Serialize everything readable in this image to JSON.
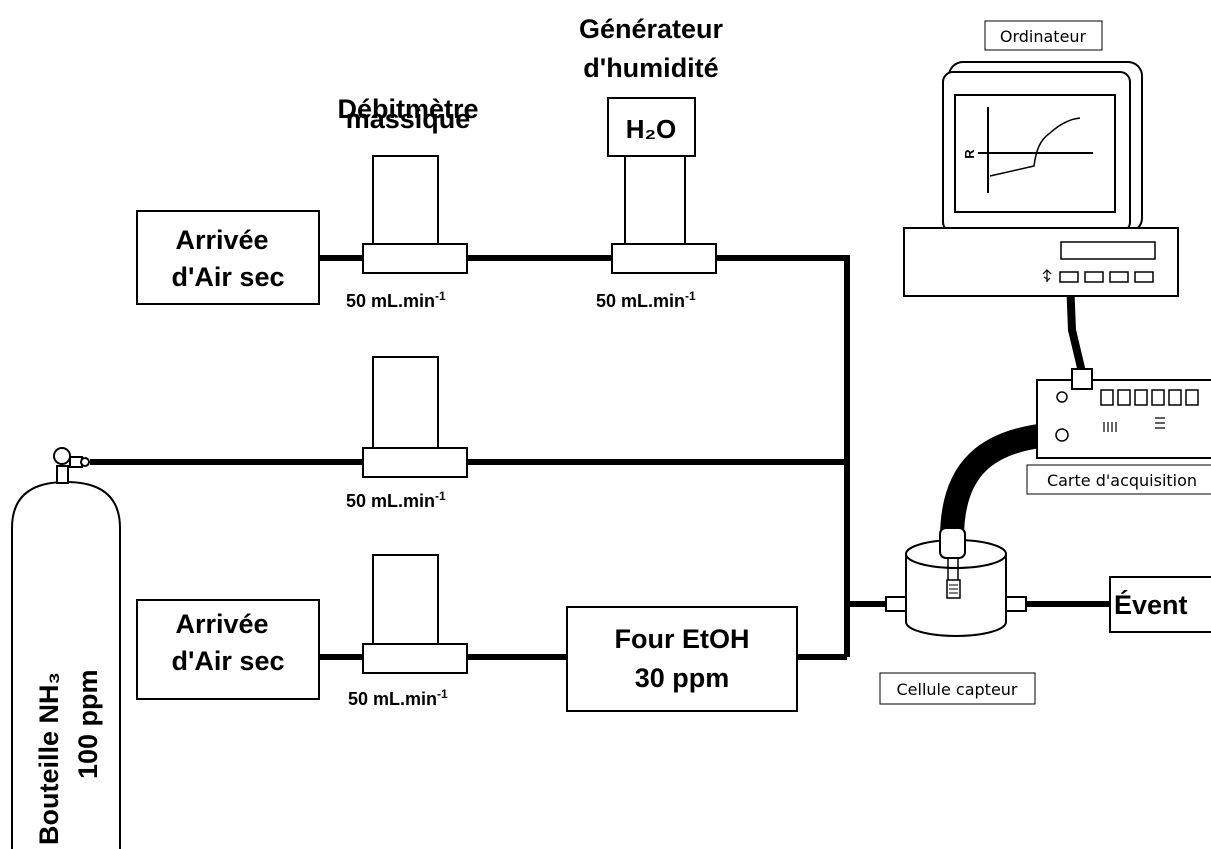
{
  "colors": {
    "stroke": "#000000",
    "background": "#ffffff"
  },
  "sources": {
    "dry_air_top": {
      "line1": "Arrivée",
      "line2": "d'Air sec"
    },
    "dry_air_bottom": {
      "line1": "Arrivée",
      "line2": "d'Air sec"
    },
    "cylinder": {
      "line1": "Bouteille NH₃",
      "line2": "100 ppm"
    }
  },
  "flowmeter_title": {
    "line1": "Débitmètre",
    "line2": "massique"
  },
  "humidity_title": {
    "line1": "Générateur",
    "line2": "d'humidité"
  },
  "humidity_box": "H₂O",
  "flow_rates": {
    "top_meter": {
      "value": "50 mL.min",
      "exponent": "-1"
    },
    "humidity": {
      "value": "50 mL.min",
      "exponent": "-1"
    },
    "middle_meter": {
      "value": "50 mL.min",
      "exponent": "-1"
    },
    "bottom_meter": {
      "value": "50 mL.min",
      "exponent": "-1"
    }
  },
  "oven": {
    "line1": "Four EtOH",
    "line2": "30 ppm"
  },
  "sensor_cell_label": "Cellule capteur",
  "vent_label": "Évent",
  "acquisition_label": "Carte d'acquisition",
  "computer_label": "Ordinateur",
  "graph_axis_label": "R",
  "icons": [
    "usb-icon",
    "gas-valve-icon",
    "sensor-chip-icon"
  ]
}
